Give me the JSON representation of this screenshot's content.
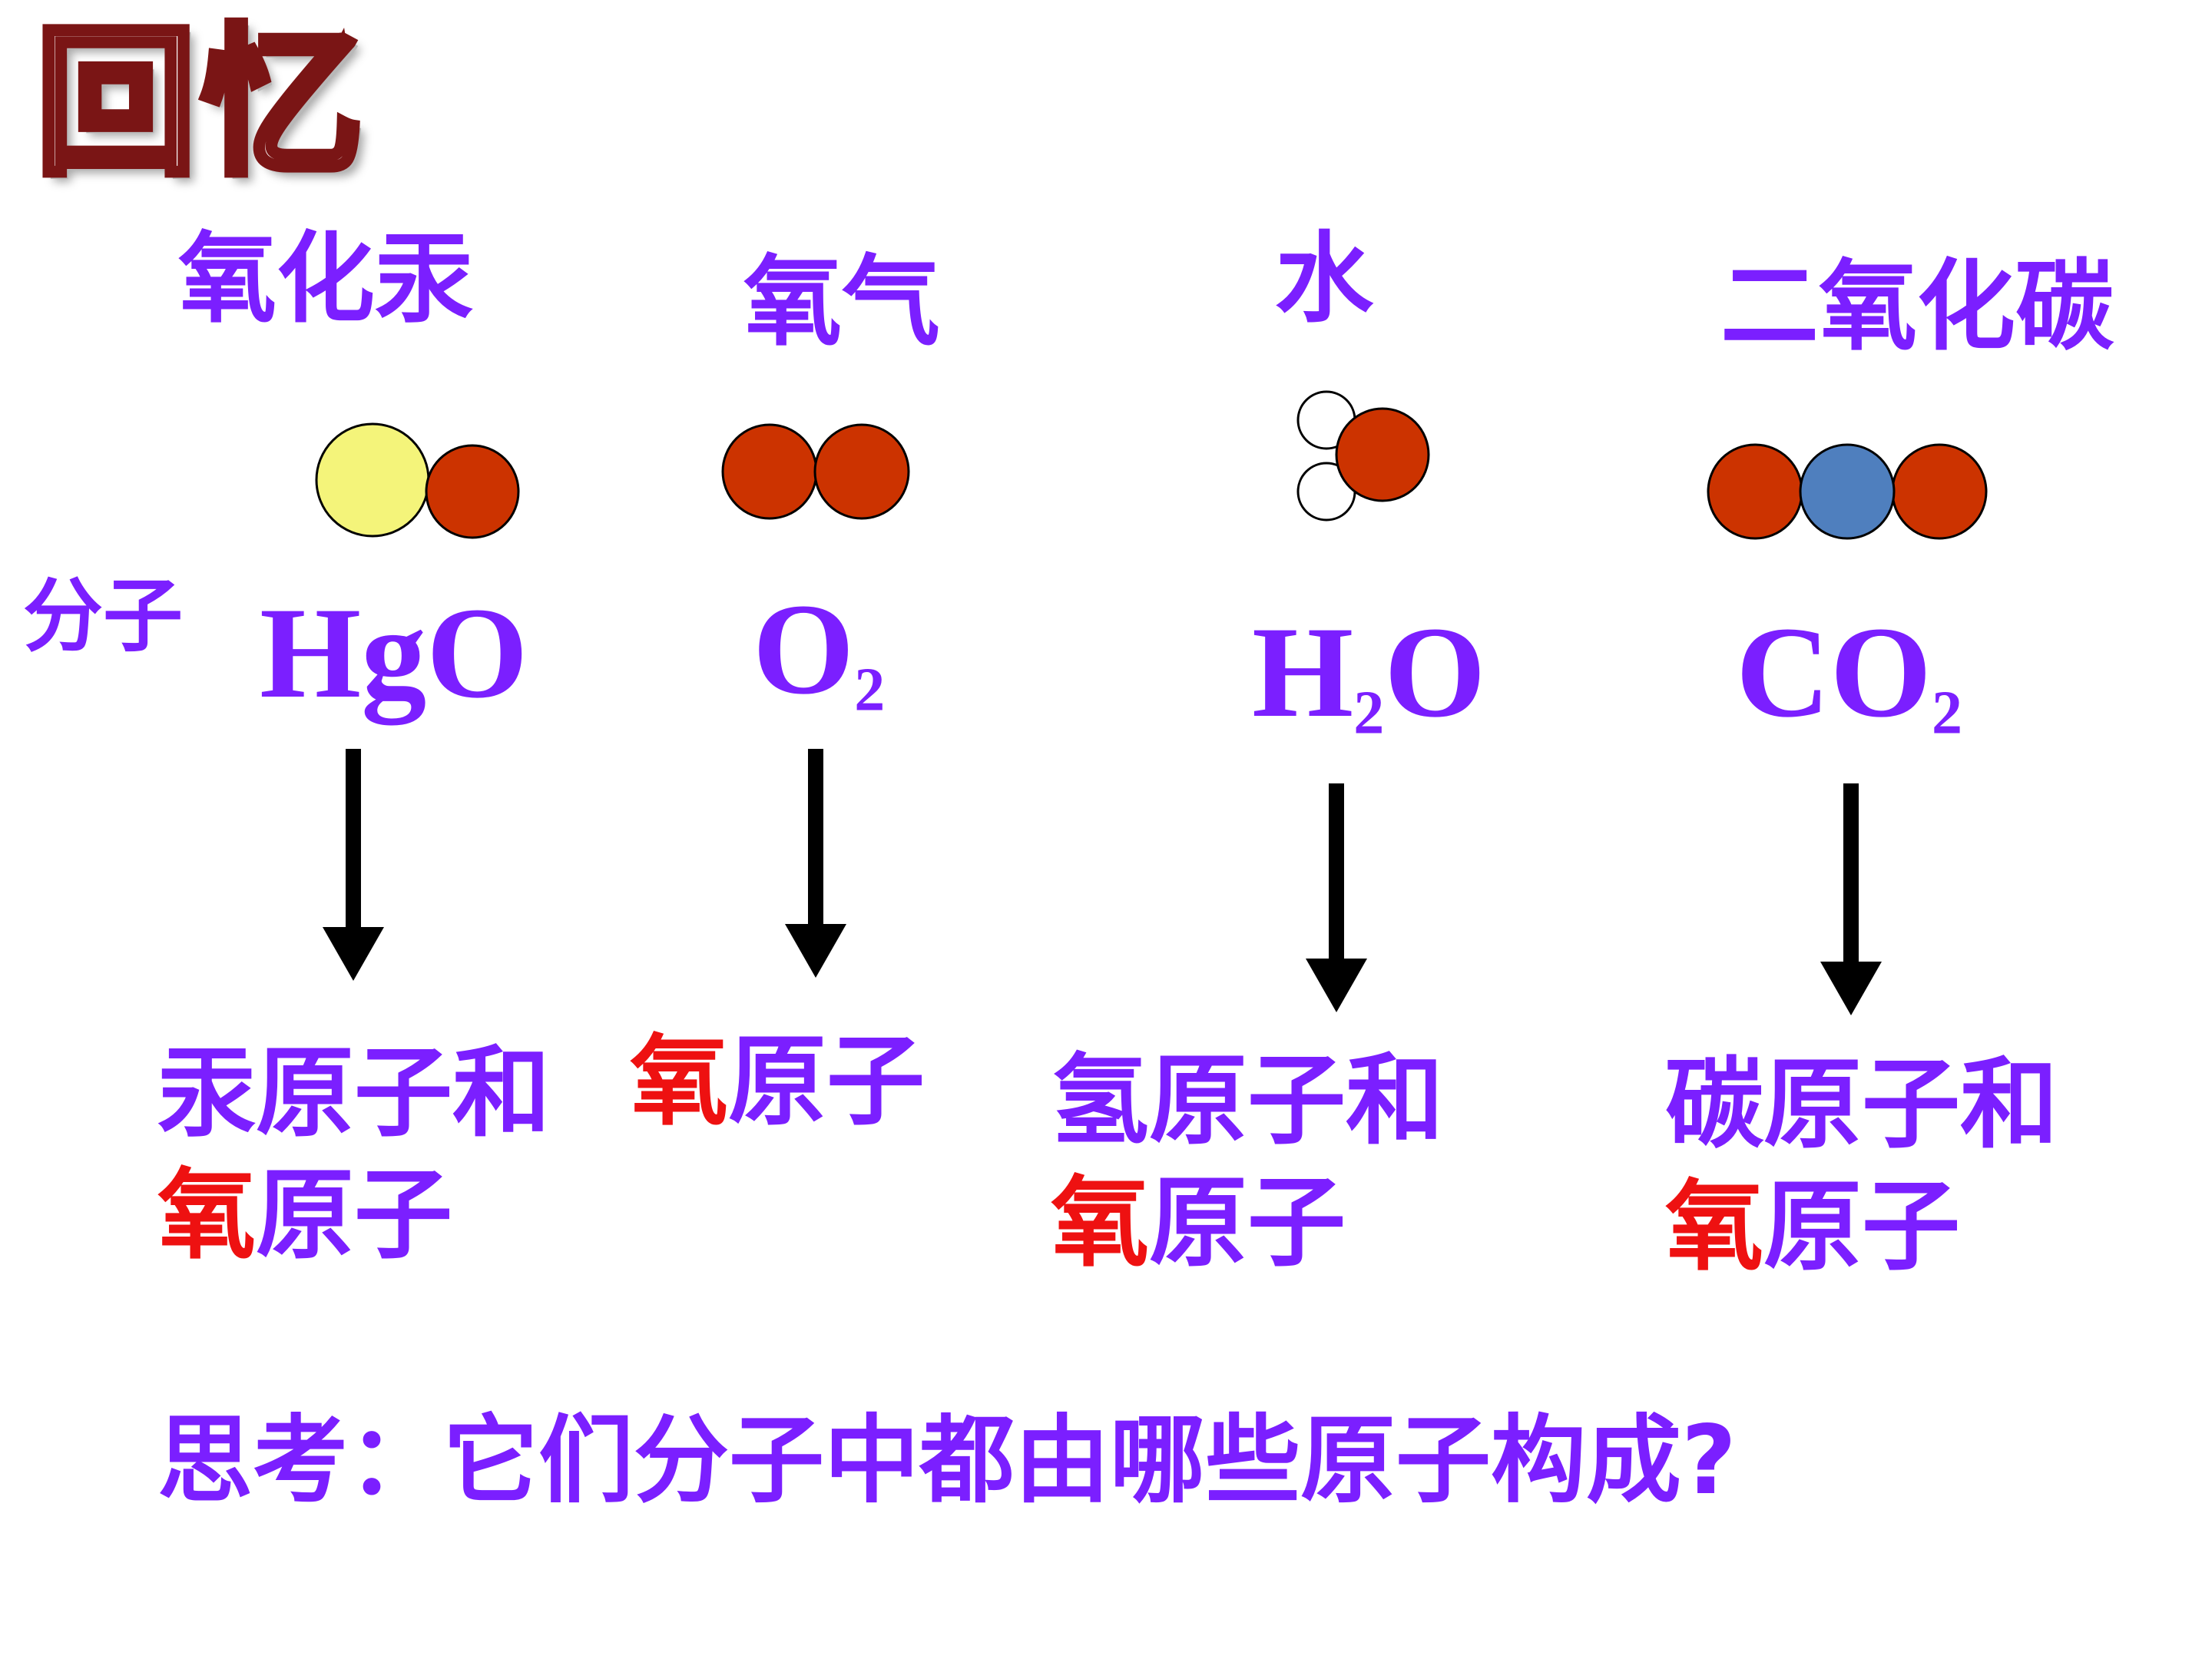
{
  "title": "回忆",
  "label_molecule": "分子",
  "molecules": [
    {
      "name": "氧化汞",
      "formula": {
        "main": "HgO",
        "sub": "",
        "tail": ""
      },
      "atoms": {
        "line1a": "汞原子和",
        "line1b": "",
        "line2a": "氧",
        "line2b": "原子"
      }
    },
    {
      "name": "氧气",
      "formula": {
        "main": "O",
        "sub": "2",
        "tail": ""
      },
      "atoms": {
        "line1a": "氧",
        "line1b": "原子",
        "line2a": "",
        "line2b": ""
      }
    },
    {
      "name": "水",
      "formula": {
        "main": "H",
        "sub": "2",
        "tail": "O"
      },
      "atoms": {
        "line1a": "氢原子和",
        "line1b": "",
        "line2a": "氧",
        "line2b": "原子"
      }
    },
    {
      "name": "二氧化碳",
      "formula": {
        "main": "CO",
        "sub": "2",
        "tail": ""
      },
      "atoms": {
        "line1a": "碳原子和",
        "line1b": "",
        "line2a": "氧",
        "line2b": "原子"
      }
    }
  ],
  "question": "思考：它们分子中都由哪些原子构成?",
  "colors": {
    "text": "#7b1fff",
    "highlight": "#ee1111",
    "oxygen_atom": "#cc3300",
    "mercury_atom": "#f4f47a",
    "carbon_atom": "#4f7fbe",
    "hydrogen_atom": "#ffffff"
  }
}
